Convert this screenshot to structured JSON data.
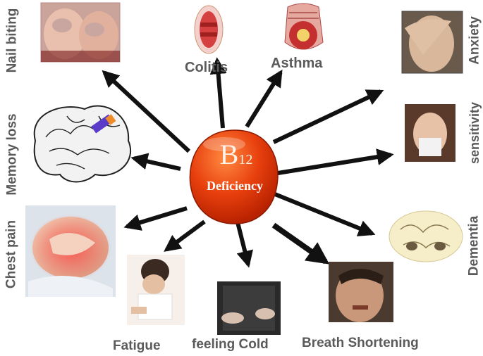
{
  "center": {
    "main": "B",
    "sub": "12",
    "word": "Deficiency"
  },
  "symptoms": {
    "nail_biting": "Nail biting",
    "colitis": "Colitis",
    "asthma": "Asthma",
    "anxiety": "Anxiety",
    "memory_loss": "Memory loss",
    "sensitivity": "sensitivity",
    "chest_pain": "Chest pain",
    "dementia": "Dementia",
    "fatigue": "Fatigue",
    "feeling_cold": "feeling Cold",
    "breath_shortening": "Breath Shortening"
  },
  "colors": {
    "label": "#5a5a5a",
    "arrow": "#111111",
    "orb": "#e8400e"
  }
}
